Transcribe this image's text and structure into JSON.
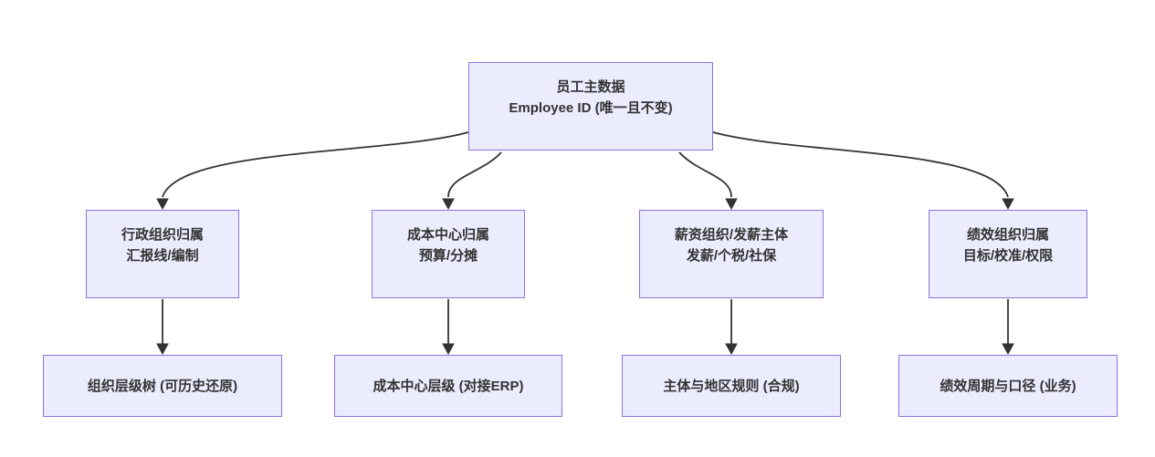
{
  "diagram": {
    "type": "flowchart",
    "background": "#ffffff",
    "colors": {
      "node_fill": "#ECECFF",
      "node_border": "#9370DB",
      "edge": "#333333",
      "text": "#333333"
    },
    "root": {
      "line1": "员工主数据",
      "line2": "Employee ID (唯一且不变)"
    },
    "level2": [
      {
        "line1": "行政组织归属",
        "line2": "汇报线/编制"
      },
      {
        "line1": "成本中心归属",
        "line2": "预算/分摊"
      },
      {
        "line1": "薪资组织/发薪主体",
        "line2": "发薪/个税/社保"
      },
      {
        "line1": "绩效组织归属",
        "line2": "目标/校准/权限"
      }
    ],
    "level3": [
      {
        "label": "组织层级树 (可历史还原)"
      },
      {
        "label": "成本中心层级 (对接ERP)"
      },
      {
        "label": "主体与地区规则 (合规)"
      },
      {
        "label": "绩效周期与口径 (业务)"
      }
    ]
  }
}
